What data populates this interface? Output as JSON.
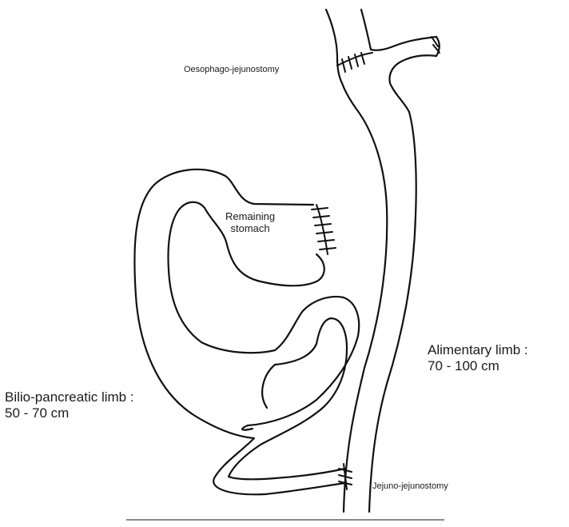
{
  "labels": {
    "oesophago": "Oesophago-jejunostomy",
    "remaining_line1": "Remaining",
    "remaining_line2": "stomach",
    "alimentary_line1": "Alimentary limb :",
    "alimentary_line2": "70 - 100 cm",
    "bilio_line1": "Bilio-pancreatic limb :",
    "bilio_line2": "50 - 70 cm",
    "jejuno": "Jejuno-jejunostomy"
  },
  "colors": {
    "stroke": "#111111",
    "divider": "#8a8a8a"
  }
}
